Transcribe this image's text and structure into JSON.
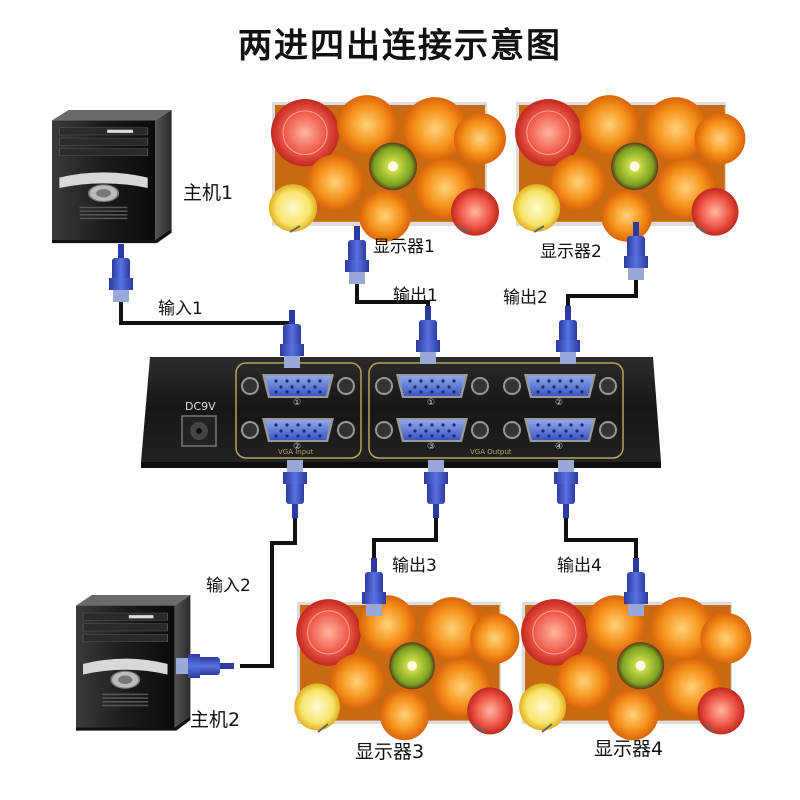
{
  "title": "两进四出连接示意图",
  "hosts": [
    {
      "label": "主机1"
    },
    {
      "label": "主机2"
    }
  ],
  "monitors": [
    {
      "label": "显示器1"
    },
    {
      "label": "显示器2"
    },
    {
      "label": "显示器3"
    },
    {
      "label": "显示器4"
    }
  ],
  "cables": {
    "in1": "输入1",
    "in2": "输入2",
    "out1": "输出1",
    "out2": "输出2",
    "out3": "输出3",
    "out4": "输出4"
  },
  "device": {
    "power_label": "DC9V",
    "input_group_label": "VGA Input",
    "output_group_label": "VGA Output",
    "port_numbers": [
      "①",
      "②",
      "①",
      "②",
      "③",
      "④"
    ]
  },
  "colors": {
    "cable": "#111111",
    "connector": "#3b4fc4",
    "device_body": "#1a1a1a",
    "frame_gold": "#b8a061"
  }
}
